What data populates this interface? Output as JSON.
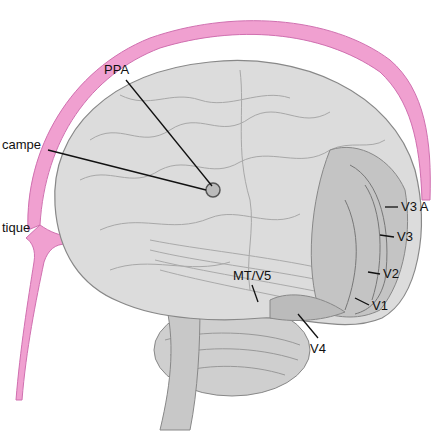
{
  "diagram": {
    "labels": [
      "PPA",
      "campe",
      "MT/V5",
      "tique",
      "V3 A",
      "V3",
      "V2",
      "V1",
      "V4"
    ]
  }
}
